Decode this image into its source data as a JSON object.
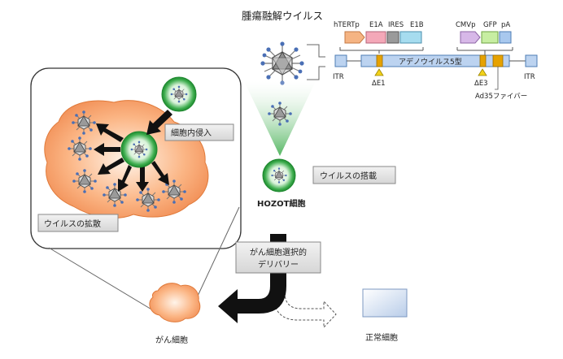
{
  "title": "腫瘍融解ウイルス",
  "construct": {
    "cassette1": [
      "hTERTp",
      "E1A",
      "IRES",
      "E1B"
    ],
    "cassette2": [
      "CMVp",
      "GFP",
      "pA"
    ],
    "backbone": "アデノウイルス5型",
    "itr_left": "ITR",
    "itr_right": "ITR",
    "delta_e1": "ΔE1",
    "delta_e3": "ΔE3",
    "fiber": "Ad35ファイバー"
  },
  "labels": {
    "invasion": "細胞内侵入",
    "spread": "ウイルスの拡散",
    "loading": "ウイルスの搭載",
    "hozot": "HOZOT細胞",
    "delivery_line1": "がん細胞選択的",
    "delivery_line2": "デリバリー",
    "cancer_cell": "がん細胞",
    "normal_cell": "正常細胞"
  },
  "colors": {
    "green": "#2e9d3f",
    "orange": "#f7a070",
    "backbone_blue": "#bcd3f0",
    "hTERTp": "#f5b483",
    "E1A": "#f4a8b8",
    "IRES": "#9a9a9a",
    "E1B": "#a6dcef",
    "CMVp": "#d7b8e8",
    "GFP": "#c7eea2",
    "pA": "#a8c8ee",
    "gold": "#e6a200"
  }
}
